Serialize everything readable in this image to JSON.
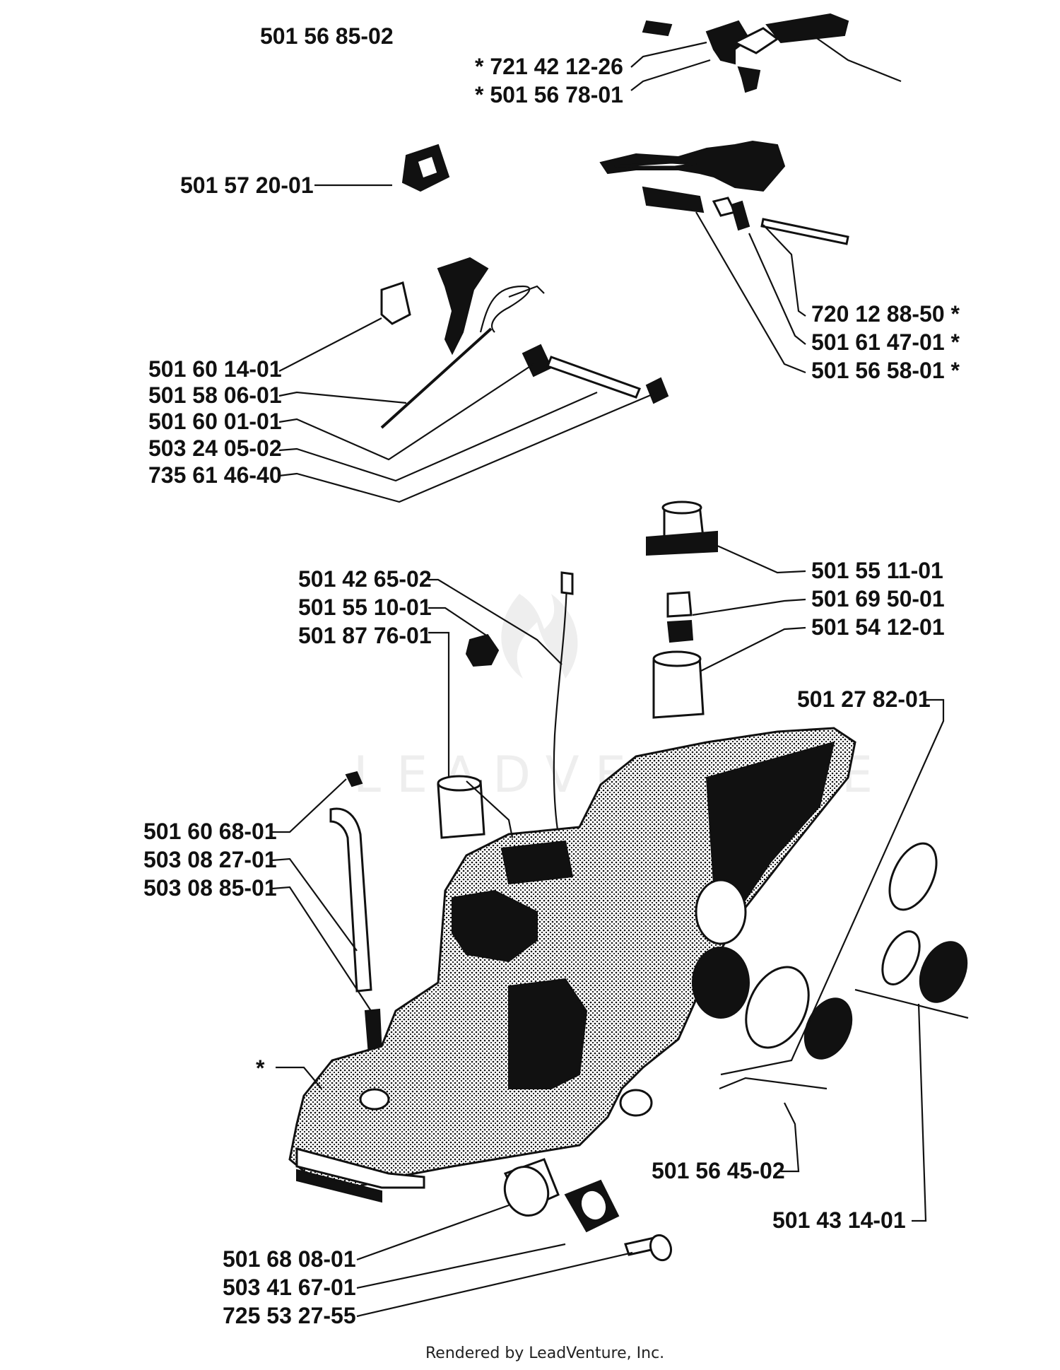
{
  "diagram": {
    "watermark": "LEADVENTURE",
    "footer": "Rendered by LeadVenture, Inc.",
    "labels": {
      "l_501_56_85_02": "501 56 85-02",
      "l_721_42_12_26": "*  721 42 12-26",
      "l_501_56_78_01": "*  501 56 78-01",
      "l_501_57_20_01": "501 57 20-01",
      "l_720_12_88_50": "720 12 88-50  *",
      "l_501_61_47_01": "501 61 47-01  *",
      "l_501_56_58_01": "501 56 58-01  *",
      "l_501_60_14_01": "501 60 14-01",
      "l_501_58_06_01": "501 58 06-01",
      "l_501_60_01_01": "501 60 01-01",
      "l_503_24_05_02": "503 24 05-02",
      "l_735_61_46_40": "735 61 46-40",
      "l_501_42_65_02": "501 42 65-02",
      "l_501_55_10_01": "501 55 10-01",
      "l_501_87_76_01": "501 87 76-01",
      "l_501_55_11_01": "501 55 11-01",
      "l_501_69_50_01": "501 69 50-01",
      "l_501_54_12_01": "501 54 12-01",
      "l_501_27_82_01": "501 27 82-01",
      "l_501_60_68_01": "501 60 68-01",
      "l_503_08_27_01": "503 08 27-01",
      "l_503_08_85_01": "503 08 85-01",
      "l_asterisk": "*",
      "l_501_56_45_02": "501 56 45-02",
      "l_501_43_14_01": "501 43 14-01",
      "l_501_68_08_01": "501 68 08-01",
      "l_503_41_67_01": "503 41 67-01",
      "l_725_53_27_55": "725 53 27-55"
    }
  }
}
